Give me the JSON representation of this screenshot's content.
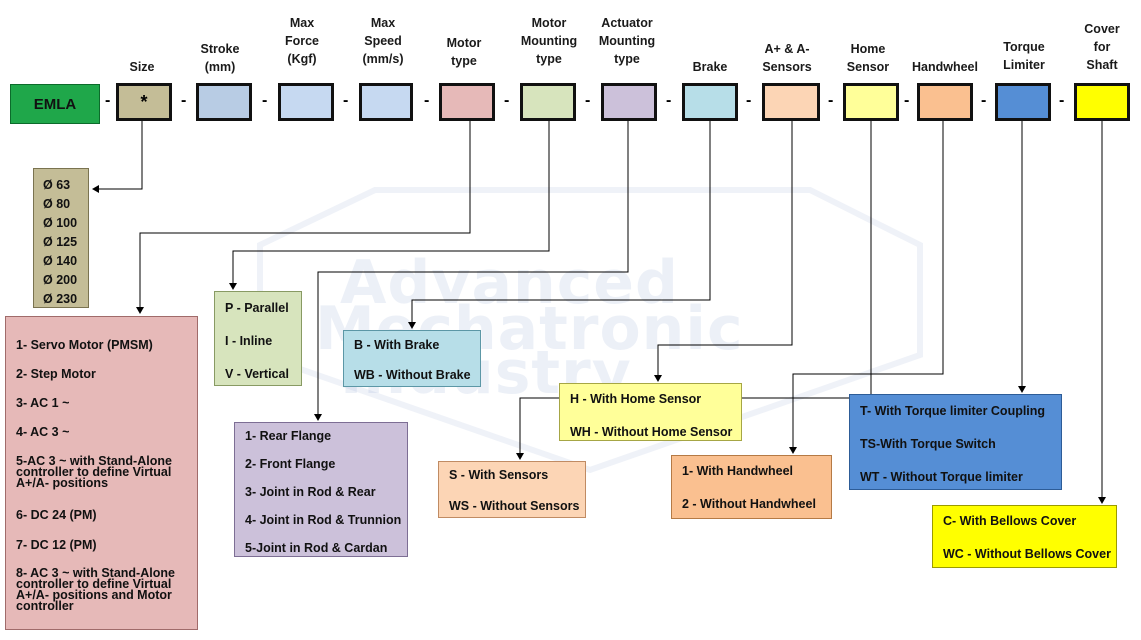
{
  "prefix": "EMLA",
  "size_code": "*",
  "headers": {
    "size": "Size",
    "stroke": "Stroke\n(mm)",
    "max_force": "Max\nForce\n(Kgf)",
    "max_speed": "Max\nSpeed\n(mm/s)",
    "motor_type": "Motor\ntype",
    "motor_mounting": "Motor\nMounting\ntype",
    "actuator_mounting": "Actuator\nMounting\ntype",
    "brake": "Brake",
    "sensors": "A+ & A-\nSensors",
    "home_sensor": "Home\nSensor",
    "handwheel": "Handwheel",
    "torque_limiter": "Torque\nLimiter",
    "cover": "Cover\nfor\nShaft"
  },
  "separator": "-",
  "watermark": [
    "Advanced",
    "Mechatronic",
    "Industry"
  ],
  "sizes": [
    "Ø 63",
    "Ø 80",
    "Ø 100",
    "Ø 125",
    "Ø 140",
    "Ø 200",
    "Ø 230"
  ],
  "motor_types": [
    "1- Servo Motor (PMSM)",
    "2- Step Motor",
    "3- AC 1 ~",
    "4- AC 3 ~",
    "5-AC 3 ~ with Stand-Alone\ncontroller to define Virtual\nA+/A- positions",
    "6- DC 24 (PM)",
    "7- DC 12 (PM)",
    "8- AC 3 ~ with Stand-Alone\ncontroller to define Virtual\nA+/A- positions and Motor\ncontroller"
  ],
  "motor_mounting": [
    "P - Parallel",
    "I - Inline",
    "V - Vertical"
  ],
  "actuator_mounting": [
    "1- Rear Flange",
    "2- Front Flange",
    "3- Joint in Rod & Rear",
    "4- Joint in Rod & Trunnion",
    "5-Joint in Rod & Cardan"
  ],
  "brake": [
    "B - With Brake",
    "WB - Without Brake"
  ],
  "sensors": [
    "S - With Sensors",
    "WS - Without Sensors"
  ],
  "home_sensor": [
    "H - With Home Sensor",
    "WH - Without Home Sensor"
  ],
  "handwheel": [
    "1- With Handwheel",
    "2 - Without Handwheel"
  ],
  "torque_limiter": [
    "T- With Torque limiter Coupling",
    "TS-With Torque Switch",
    "WT - Without Torque limiter"
  ],
  "cover": [
    "C- With Bellows Cover",
    "WC - Without Bellows Cover"
  ],
  "colors": {
    "prefix": "#1fa74a",
    "size": "#c4bd97",
    "stroke": "#b8cce4",
    "max_force": "#c6d9f1",
    "max_speed": "#c6d9f1",
    "motor_type": "#e6b9b8",
    "motor_mounting": "#d7e4bd",
    "actuator_mounting": "#ccc1da",
    "brake": "#b7dee8",
    "sensors": "#fcd5b5",
    "home_sensor": "#ffff99",
    "handwheel": "#fac090",
    "torque_limiter": "#558ed5",
    "cover": "#ffff00"
  }
}
